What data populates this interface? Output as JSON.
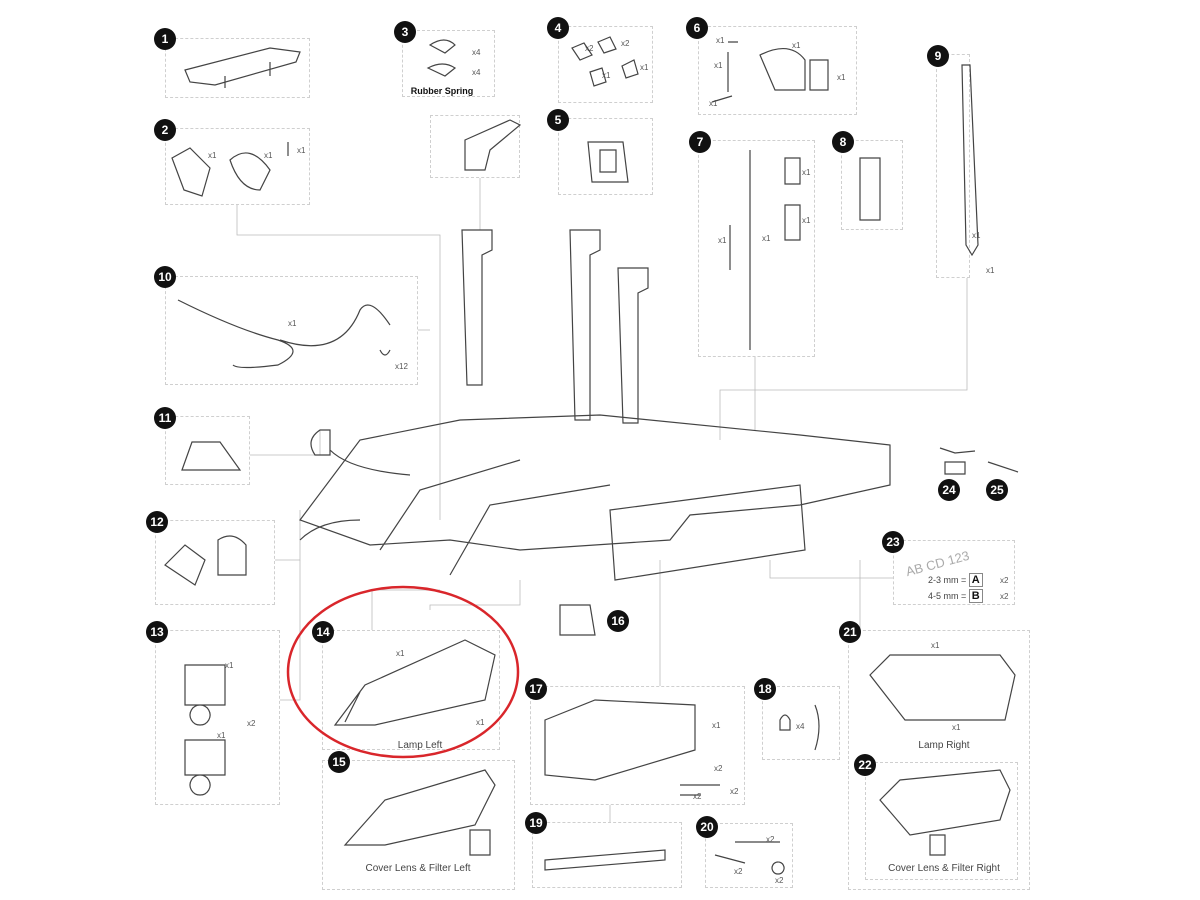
{
  "badges": [
    "1",
    "2",
    "3",
    "4",
    "5",
    "6",
    "7",
    "8",
    "9",
    "10",
    "11",
    "12",
    "13",
    "14",
    "15",
    "16",
    "17",
    "18",
    "19",
    "20",
    "21",
    "22",
    "23",
    "24",
    "25"
  ],
  "labels": {
    "rubber_spring": "Rubber Spring",
    "lamp_left": "Lamp Left",
    "cover_left": "Cover Lens & Filter Left",
    "lamp_right": "Lamp Right",
    "cover_right": "Cover Lens & Filter Right",
    "plate_text": "AB CD 123",
    "plate_a": "2-3 mm =",
    "plate_a_letter": "A",
    "plate_b": "4-5 mm =",
    "plate_b_letter": "B"
  },
  "qty": {
    "p2": [
      "x1",
      "x1",
      "x1"
    ],
    "p3": [
      "x4",
      "x4"
    ],
    "p4": [
      "x2",
      "x2",
      "x1",
      "x1"
    ],
    "p6": [
      "x1",
      "x1",
      "x1",
      "x1",
      "x1"
    ],
    "p7": [
      "x1",
      "x1",
      "x1",
      "x1"
    ],
    "p9": [
      "x1",
      "x1"
    ],
    "p10": [
      "x1",
      "x12"
    ],
    "p13": [
      "x1",
      "x2",
      "x1"
    ],
    "p14": [
      "x1",
      "x1"
    ],
    "p17": [
      "x1",
      "x2",
      "x2",
      "x2"
    ],
    "p18": [
      "x4"
    ],
    "p20": [
      "x2",
      "x2",
      "x2"
    ],
    "p21": [
      "x1",
      "x1"
    ],
    "p23": [
      "x2",
      "x2"
    ]
  },
  "highlight_color": "#d9262b"
}
